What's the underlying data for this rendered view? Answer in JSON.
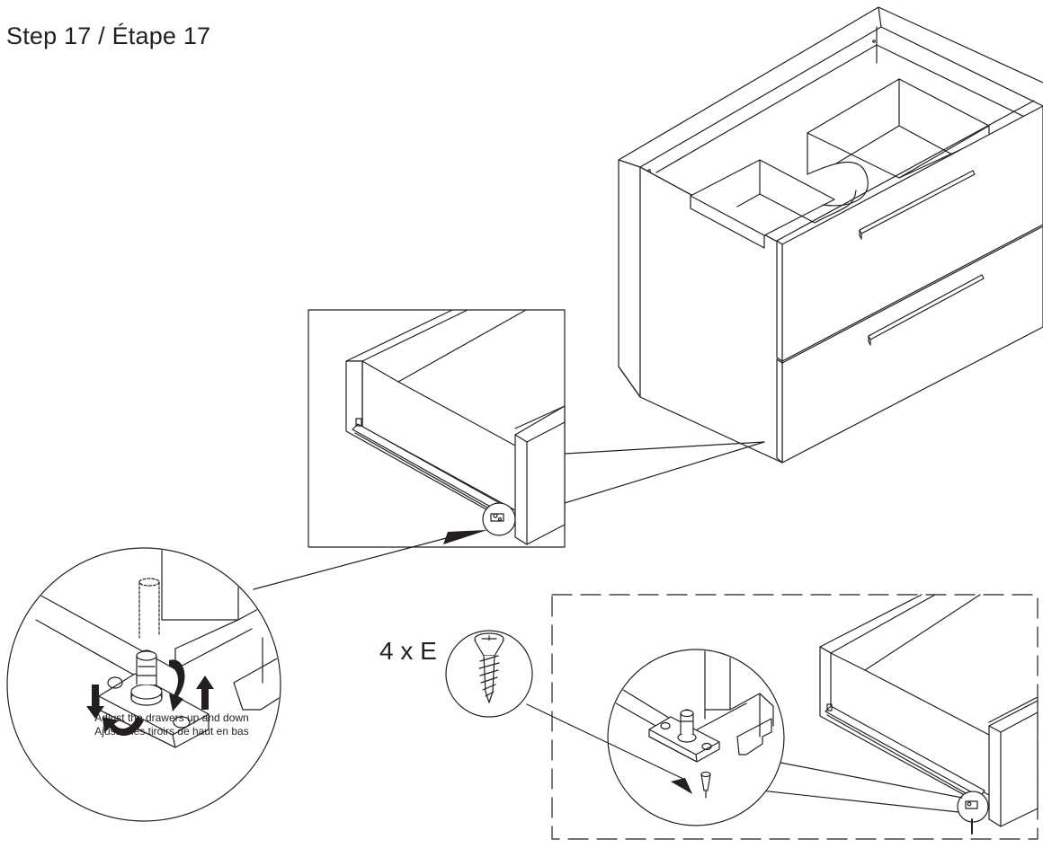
{
  "step": {
    "title": "Step 17 / Étape 17"
  },
  "hardware": {
    "quantity_label": "4 x E"
  },
  "instructions": {
    "line_en": "Adjust the drawers up and down",
    "line_fr": "Ajuster les tiroirs de haut en bas"
  },
  "colors": {
    "ink": "#231f20",
    "background": "#ffffff"
  }
}
